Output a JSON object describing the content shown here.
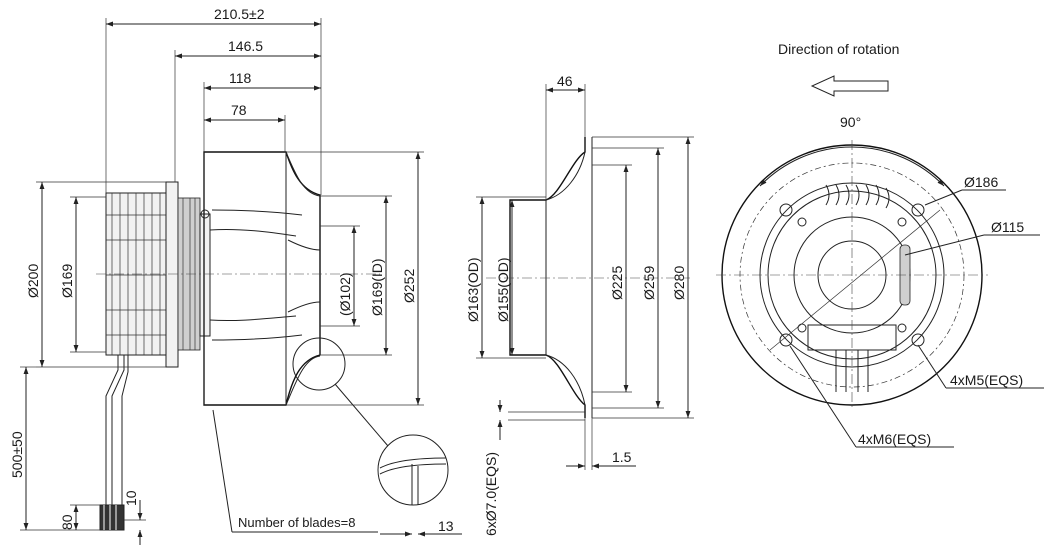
{
  "dims": {
    "overall_len": "210.5±2",
    "len_146": "146.5",
    "len_118": "118",
    "len_78": "78",
    "dia_200": "Ø200",
    "dia_169": "Ø169",
    "dia_102": "(Ø102)",
    "dia_169_id": "Ø169(ID)",
    "dia_252": "Ø252",
    "cable_len": "500±50",
    "strip_80": "80",
    "strip_10": "10",
    "blade_note": "Number of blades=8",
    "dim_13": "13",
    "ring_46": "46",
    "dia_163_od": "Ø163(OD)",
    "dia_155_od": "Ø155(OD)",
    "dia_225": "Ø225",
    "dia_259": "Ø259",
    "dia_280": "Ø280",
    "holes_7": "6xØ7.0(EQS)",
    "dim_1_5": "1.5",
    "rotation_label": "Direction of rotation",
    "angle_90": "90°",
    "dia_186": "Ø186",
    "dia_115": "Ø115",
    "m5": "4xM5(EQS)",
    "m6": "4xM6(EQS)"
  }
}
